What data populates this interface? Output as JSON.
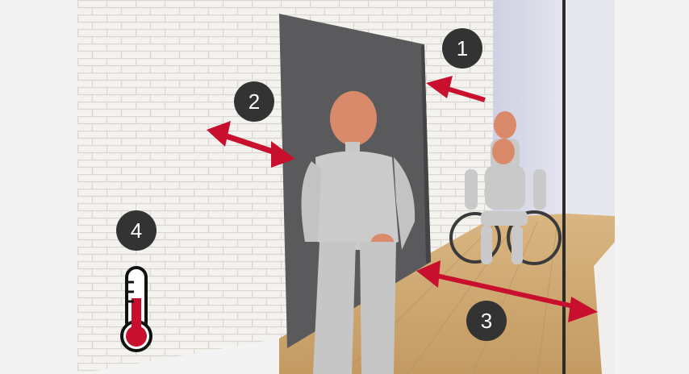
{
  "scene": {
    "description_icons": [
      "thermometer-icon"
    ],
    "markers": [
      {
        "id": "marker-1",
        "label": "1"
      },
      {
        "id": "marker-2",
        "label": "2"
      },
      {
        "id": "marker-3",
        "label": "3"
      },
      {
        "id": "marker-4",
        "label": "4"
      }
    ],
    "colors": {
      "arrow": "#c8102e",
      "badge": "#333333",
      "panel": "#5a5a5c",
      "wall": "#f2f0ec",
      "floor": "#c9a46e",
      "mannequin_body": "#c7c7c7",
      "mannequin_head": "#d88a6a"
    }
  }
}
